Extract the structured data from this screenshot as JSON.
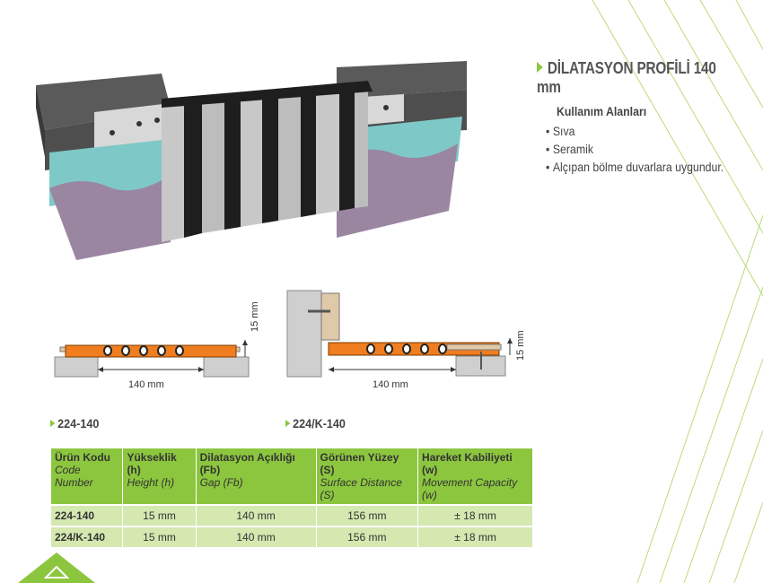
{
  "product": {
    "title": "DİLATASYON PROFİLİ 140 mm"
  },
  "usage": {
    "heading": "Kullanım Alanları",
    "items": [
      "Sıva",
      "Seramik",
      "Alçıpan bölme duvarlara uygundur."
    ]
  },
  "drawings": [
    {
      "code": "224-140",
      "width_label": "140 mm",
      "height_label": "15 mm"
    },
    {
      "code": "224/K-140",
      "width_label": "140 mm",
      "height_label": "15 mm"
    }
  ],
  "table": {
    "headers": [
      {
        "tr": "Ürün Kodu",
        "en": "Code Number"
      },
      {
        "tr": "Yükseklik (h)",
        "en": "Height (h)"
      },
      {
        "tr": "Dilatasyon Açıklığı (Fb)",
        "en": "Gap (Fb)"
      },
      {
        "tr": "Görünen Yüzey (S)",
        "en": "Surface Distance (S)"
      },
      {
        "tr": "Hareket Kabiliyeti (w)",
        "en": "Movement Capacity (w)"
      }
    ],
    "rows": [
      [
        "224-140",
        "15 mm",
        "140 mm",
        "156 mm",
        "± 18 mm"
      ],
      [
        "224/K-140",
        "15 mm",
        "140 mm",
        "156 mm",
        "± 18 mm"
      ]
    ]
  },
  "colors": {
    "accent_green": "#8cc63f",
    "table_row": "#d4e8b0",
    "profile_orange": "#f07d1f"
  }
}
